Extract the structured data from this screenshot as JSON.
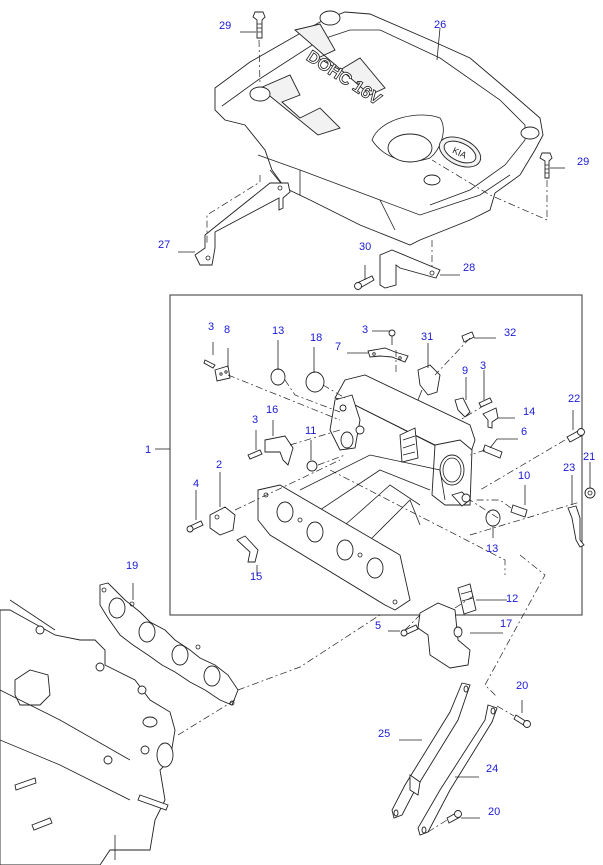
{
  "diagram": {
    "title": "Intake Manifold & Engine Cover – Exploded Parts View",
    "callout_color": "#1a1ad6",
    "cover_emboss_text": "DOHC 16V",
    "cover_logo_text": "KIA",
    "callouts": [
      {
        "id": "c1",
        "label": "1",
        "part": "intake-manifold-assembly"
      },
      {
        "id": "c2",
        "label": "2",
        "part": "water-outlet-fitting"
      },
      {
        "id": "c3a",
        "label": "3",
        "part": "bolt"
      },
      {
        "id": "c3b",
        "label": "3",
        "part": "bolt"
      },
      {
        "id": "c3c",
        "label": "3",
        "part": "bolt"
      },
      {
        "id": "c3d",
        "label": "3",
        "part": "bolt"
      },
      {
        "id": "c4",
        "label": "4",
        "part": "bolt"
      },
      {
        "id": "c5",
        "label": "5",
        "part": "bolt"
      },
      {
        "id": "c6",
        "label": "6",
        "part": "stud"
      },
      {
        "id": "c7",
        "label": "7",
        "part": "bracket"
      },
      {
        "id": "c8",
        "label": "8",
        "part": "plate"
      },
      {
        "id": "c9",
        "label": "9",
        "part": "bracket"
      },
      {
        "id": "c10",
        "label": "10",
        "part": "sensor"
      },
      {
        "id": "c11",
        "label": "11",
        "part": "plug"
      },
      {
        "id": "c12",
        "label": "12",
        "part": "gasket"
      },
      {
        "id": "c13a",
        "label": "13",
        "part": "cap-plug"
      },
      {
        "id": "c13b",
        "label": "13",
        "part": "cap-plug"
      },
      {
        "id": "c14",
        "label": "14",
        "part": "elbow-fitting"
      },
      {
        "id": "c15",
        "label": "15",
        "part": "hose"
      },
      {
        "id": "c16",
        "label": "16",
        "part": "bracket"
      },
      {
        "id": "c17",
        "label": "17",
        "part": "idle-speed-control-valve"
      },
      {
        "id": "c18",
        "label": "18",
        "part": "cap-plug"
      },
      {
        "id": "c19",
        "label": "19",
        "part": "intake-manifold-gasket"
      },
      {
        "id": "c20a",
        "label": "20",
        "part": "bolt"
      },
      {
        "id": "c20b",
        "label": "20",
        "part": "bolt"
      },
      {
        "id": "c21",
        "label": "21",
        "part": "nut"
      },
      {
        "id": "c22",
        "label": "22",
        "part": "bolt"
      },
      {
        "id": "c23",
        "label": "23",
        "part": "bracket"
      },
      {
        "id": "c24",
        "label": "24",
        "part": "stay"
      },
      {
        "id": "c25",
        "label": "25",
        "part": "stay"
      },
      {
        "id": "c26",
        "label": "26",
        "part": "engine-cover"
      },
      {
        "id": "c27",
        "label": "27",
        "part": "cover-bracket"
      },
      {
        "id": "c28",
        "label": "28",
        "part": "cover-bracket"
      },
      {
        "id": "c29a",
        "label": "29",
        "part": "bolt"
      },
      {
        "id": "c29b",
        "label": "29",
        "part": "bolt"
      },
      {
        "id": "c30",
        "label": "30",
        "part": "bolt"
      },
      {
        "id": "c31",
        "label": "31",
        "part": "sensor"
      },
      {
        "id": "c32",
        "label": "32",
        "part": "bolt"
      }
    ]
  }
}
